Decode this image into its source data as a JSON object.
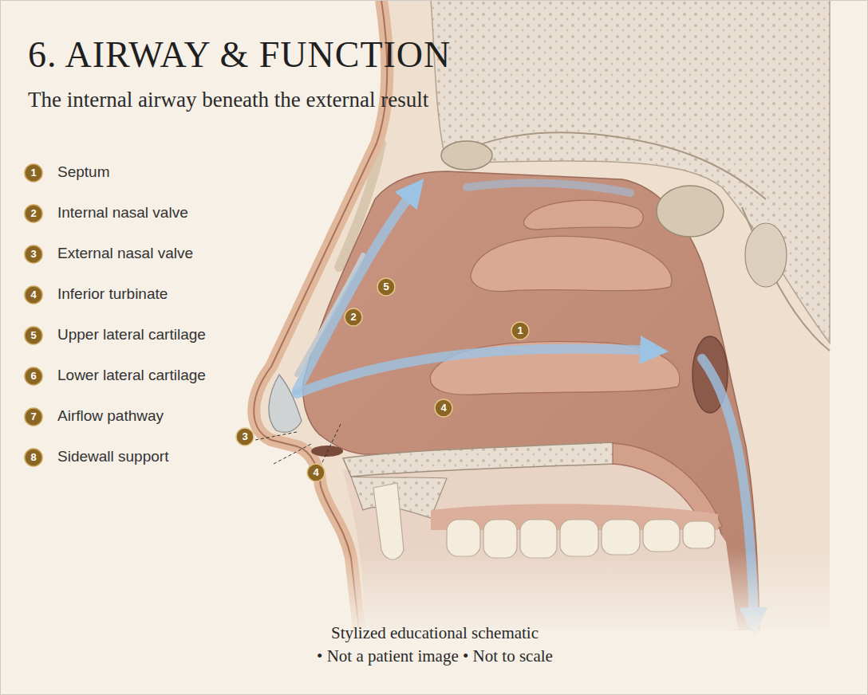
{
  "diagram": {
    "title": "6. AIRWAY & FUNCTION",
    "caption": "Stylized educational schematic",
    "labels": [
      "The internal airway beneath the external result",
      "1",
      "2",
      "3",
      "4",
      "5",
      "6",
      "7",
      "8",
      "5",
      "2",
      "1",
      "4",
      "3",
      "4",
      "• Not a patient image • Not to scale"
    ],
    "legend": [
      {
        "text": "Septum"
      },
      {
        "text": "Internal nasal valve"
      },
      {
        "text": "External nasal valve"
      },
      {
        "text": "Inferior turbinate"
      },
      {
        "text": "Upper lateral cartilage"
      },
      {
        "text": "Lower lateral cartilage"
      },
      {
        "text": "Airflow pathway"
      },
      {
        "text": "Sidewall support"
      }
    ]
  }
}
